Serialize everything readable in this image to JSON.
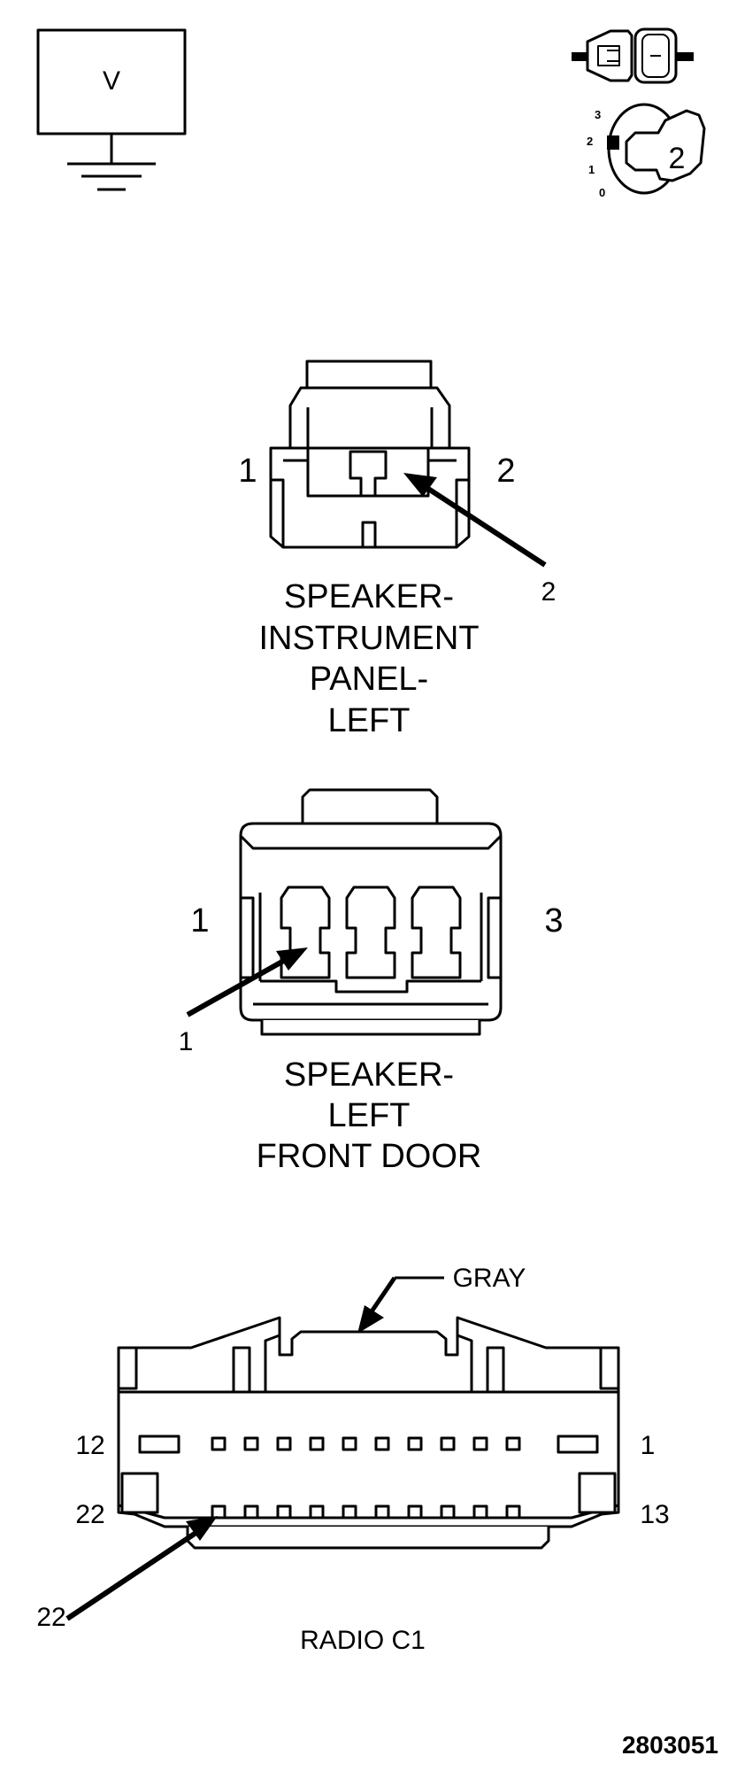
{
  "voltmeter_symbol": {
    "letter": "V"
  },
  "ignition_key": {
    "positions": [
      "3",
      "2",
      "1",
      "0"
    ],
    "key_number": "2"
  },
  "connectors": [
    {
      "id": "speaker-ip-left",
      "title_lines": [
        "SPEAKER-",
        "INSTRUMENT",
        "PANEL-",
        "LEFT"
      ],
      "pin_left": "1",
      "pin_right": "2",
      "callout": "2"
    },
    {
      "id": "speaker-left-front-door",
      "title_lines": [
        "SPEAKER-",
        "LEFT",
        "FRONT DOOR"
      ],
      "pin_left": "1",
      "pin_right": "3",
      "callout": "1"
    },
    {
      "id": "radio-c1",
      "title": "RADIO C1",
      "color_label": "GRAY",
      "pin_top_left": "12",
      "pin_top_right": "1",
      "pin_bottom_left": "22",
      "pin_bottom_right": "13",
      "callout": "22"
    }
  ],
  "figure_number": "2803051"
}
